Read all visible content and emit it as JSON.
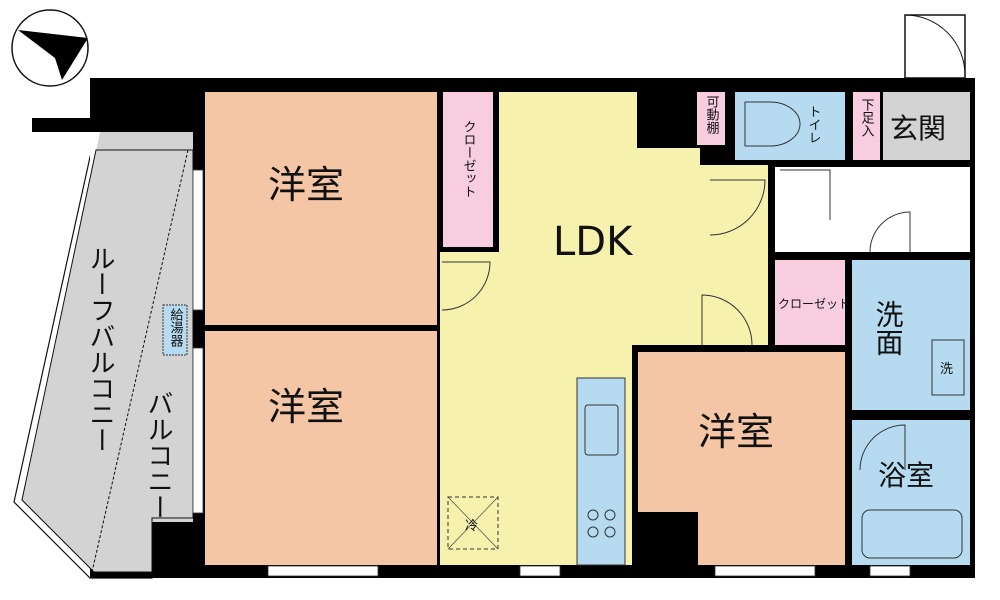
{
  "colors": {
    "western_room": "#f5c6a5",
    "ldk": "#f7f1ae",
    "closet": "#f8cde0",
    "water": "#b6dbf0",
    "entrance": "#d3d3d3",
    "balcony": "#d3d3d3",
    "wall": "#000000"
  },
  "compass": {
    "icon": "north-arrow-icon"
  },
  "rooms": {
    "western_1": "洋室",
    "western_2": "洋室",
    "western_3": "洋室",
    "closet_1": "クローゼット",
    "closet_2": "クローゼット",
    "ldk": "LDK",
    "shelf": "可動棚",
    "toilet": "トイレ",
    "shoe_box": "下足入",
    "entrance": "玄関",
    "washroom": "洗面",
    "washer": "洗",
    "bathroom": "浴室",
    "fridge": "冷",
    "water_heater": "給湯器",
    "roof_balcony": "ルーフバルコニー",
    "balcony": "バルコニー"
  }
}
